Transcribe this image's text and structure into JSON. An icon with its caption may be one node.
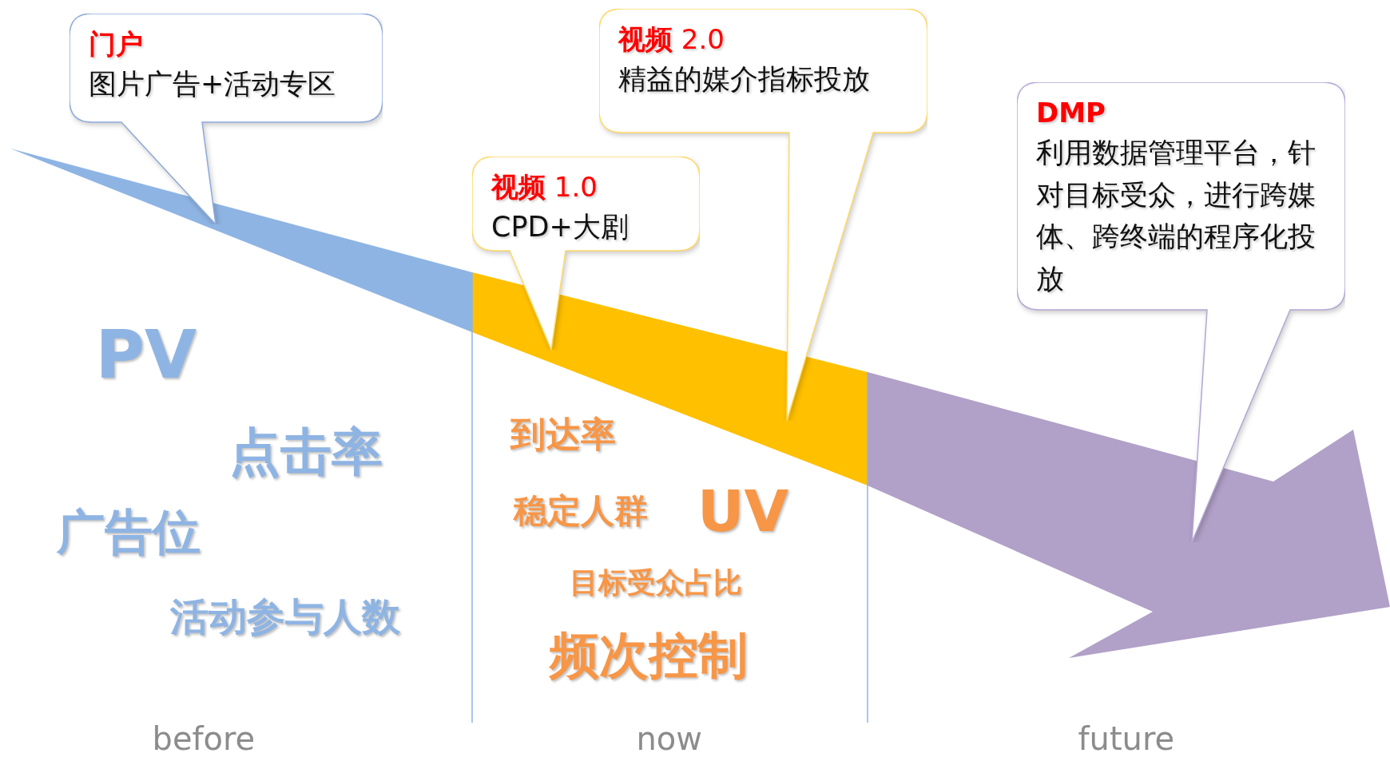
{
  "diagram": {
    "nodes": [
      {
        "text": [
          "门户",
          "图片广告+活动专区"
        ]
      },
      {
        "text": [
          "**视频** 1.0",
          "CPD+大剧"
        ]
      },
      {
        "text": [
          "**视频** 2.0",
          "精益的媒介指标投放"
        ]
      },
      {
        "text": [
          "DMP",
          "利用数据管理平台，针对目标受众，进行跨媒体、跨终端的程序化投放"
        ]
      }
    ],
    "labels": [
      "PV",
      "点击率",
      "广告位",
      "活动参与人数",
      "到达率",
      "稳定人群",
      "UV",
      "目标受众占比",
      "频次控制",
      "before",
      "now",
      "future"
    ]
  }
}
